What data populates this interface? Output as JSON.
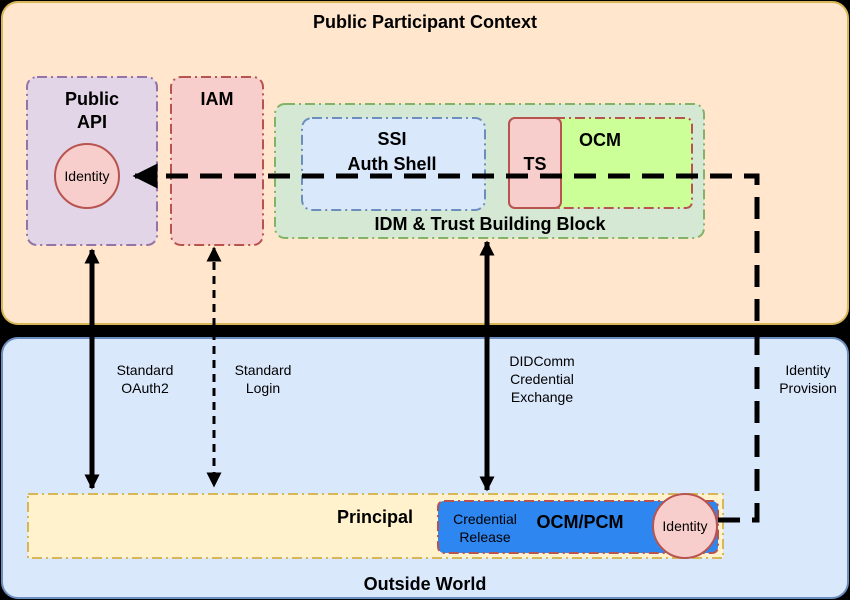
{
  "diagram": {
    "contexts": {
      "public": "Public Participant Context",
      "outside": "Outside World"
    },
    "boxes": {
      "public_api": [
        "Public",
        "API"
      ],
      "iam": "IAM",
      "ssi": [
        "SSI",
        "Auth Shell"
      ],
      "ts": "TS",
      "ocm": "OCM",
      "idm_block": "IDM & Trust Building Block",
      "principal": "Principal",
      "ocm_pcm": "OCM/PCM",
      "credential_release": [
        "Credential",
        "Release"
      ]
    },
    "nodes": {
      "identity_public": "Identity",
      "identity_wallet": "Identity"
    },
    "edges": {
      "oauth": [
        "Standard",
        "OAuth2"
      ],
      "login": [
        "Standard",
        "Login"
      ],
      "didcomm": [
        "DIDComm",
        "Credential",
        "Exchange"
      ],
      "identity_provision": [
        "Identity",
        "Provision"
      ]
    }
  }
}
